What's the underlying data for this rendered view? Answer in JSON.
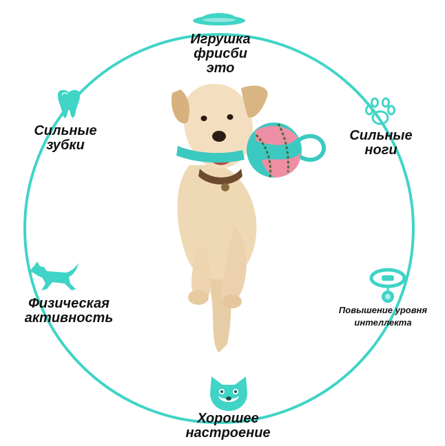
{
  "colors": {
    "accent": "#3fd4c6",
    "text": "#111111",
    "fur": "#efd8b4",
    "ball_pink": "#ee8ea4",
    "ball_teal": "#3cc9c1"
  },
  "labels": {
    "frisbee": [
      "Игрушка",
      "фрисби",
      "это"
    ],
    "teeth": [
      "Сильные",
      "зубки"
    ],
    "legs": [
      "Сильные",
      "ноги"
    ],
    "activity": [
      "Физическая",
      "активность"
    ],
    "intellect": [
      "Повышение уровня",
      "интеллекта"
    ],
    "mood": [
      "Хорошее",
      "настроение"
    ]
  },
  "icons": {
    "frisbee": "frisbee-icon",
    "teeth": "tooth-icon",
    "legs": "paw-icon",
    "activity": "running-dog-icon",
    "intellect": "collar-tag-icon",
    "mood": "dog-face-icon",
    "photo": "dog-with-ball-photo"
  }
}
